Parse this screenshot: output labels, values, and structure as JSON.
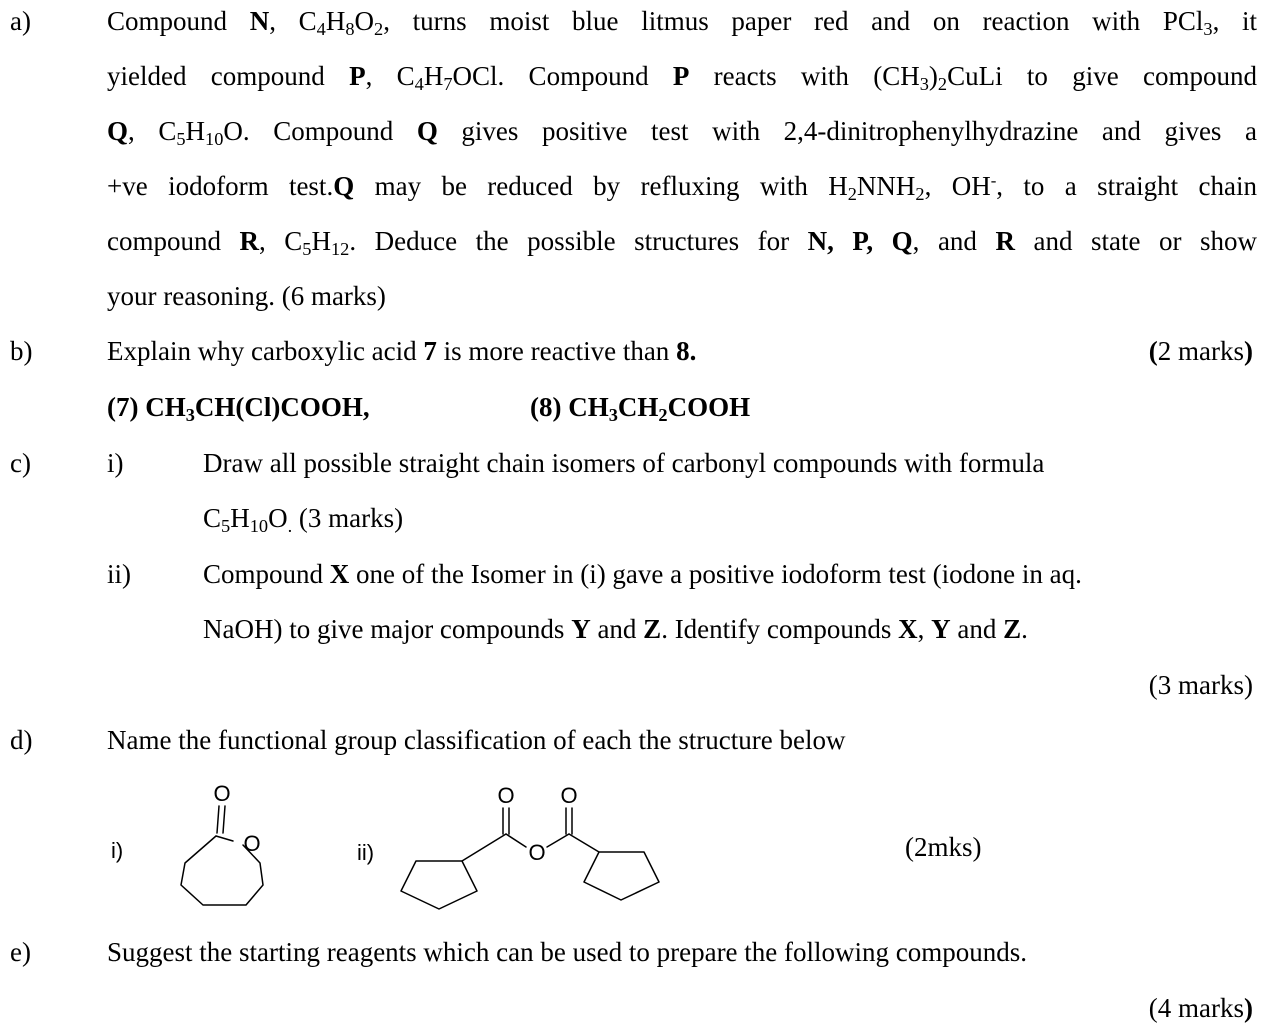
{
  "question_a": {
    "label": "a)",
    "line1": {
      "t1": "Compound ",
      "b1": "N",
      "t2": ", C",
      "s1": "4",
      "t3": "H",
      "s2": "8",
      "t4": "O",
      "s3": "2",
      "t5": ", turns moist blue litmus paper red and on reaction with PCl",
      "s4": "3",
      "t6": ", it"
    },
    "line2": {
      "t1": "yielded compound ",
      "b1": "P",
      "t2": ", C",
      "s1": "4",
      "t3": "H",
      "s2": "7",
      "t4": "OCl. Compound ",
      "b2": "P",
      "t5": " reacts with (CH",
      "s3": "3",
      "t6": ")",
      "s4": "2",
      "t7": "CuLi to give compound"
    },
    "line3": {
      "b1": "Q",
      "t1": ", C",
      "s1": "5",
      "t2": "H",
      "s2": "10",
      "t3": "O. Compound ",
      "b2": "Q",
      "t4": " gives positive test with 2,4-dinitrophenylhydrazine and gives a"
    },
    "line4": {
      "t1": "+ve iodoform test.",
      "b1": "Q",
      "t2": " may be reduced by refluxing with H",
      "s1": "2",
      "t3": "NNH",
      "s2": "2",
      "t4": ", OH",
      "sup1": "-",
      "t5": ", to a straight chain"
    },
    "line5": {
      "t1": "compound ",
      "b1": "R",
      "t2": ", C",
      "s1": "5",
      "t3": "H",
      "s2": "12",
      "t4": ". Deduce the possible structures for ",
      "b2": "N, P, Q",
      "t5": ", and ",
      "b3": "R",
      "t6": " and state or show"
    },
    "line6": "your reasoning. (6  marks)"
  },
  "question_b": {
    "label": "b)",
    "text1": "Explain why carboxylic acid ",
    "b1": "7",
    "text2": " is more reactive than ",
    "b2": "8.",
    "marks_open": "(",
    "marks_text": "2  marks",
    "marks_close": ")",
    "compound7": {
      "t1": "(7)  CH",
      "s1": "3",
      "t2": "CH(Cl)COOH,"
    },
    "compound8": {
      "t1": "(8) CH",
      "s1": "3",
      "t2": "CH",
      "s2": "2",
      "t3": "COOH"
    }
  },
  "question_c": {
    "label": "c)",
    "part_i": {
      "label": "i)",
      "line1": "Draw all possible straight chain isomers of carbonyl compounds with formula",
      "line2": {
        "t1": "C",
        "s1": "5",
        "t2": "H",
        "s2": "10",
        "t3": "O",
        "s3": ".",
        "t4": " (3 marks)"
      }
    },
    "part_ii": {
      "label": "ii)",
      "line1": {
        "t1": "Compound ",
        "b1": "X",
        "t2": " one of the Isomer in (i) gave a positive iodoform test (iodone in aq."
      },
      "line2": {
        "t1": "NaOH) to give major compounds ",
        "b1": "Y",
        "t2": " and ",
        "b2": "Z",
        "t3": ". Identify compounds ",
        "b3": "X",
        "t4": ", ",
        "b4": "Y",
        "t5": " and ",
        "b5": "Z",
        "t6": "."
      },
      "marks": "(3 marks)"
    }
  },
  "question_d": {
    "label": "d)",
    "text": "Name the functional group classification of each the structure below",
    "structure_i_label": "i)",
    "structure_ii_label": "ii)",
    "atom_O": "O",
    "marks": "(2mks)"
  },
  "question_e": {
    "label": "e)",
    "text": "Suggest the starting reagents which can be used to prepare the following compounds.",
    "marks_open": "(",
    "marks_text": "4 marks",
    "marks_close": ")"
  }
}
